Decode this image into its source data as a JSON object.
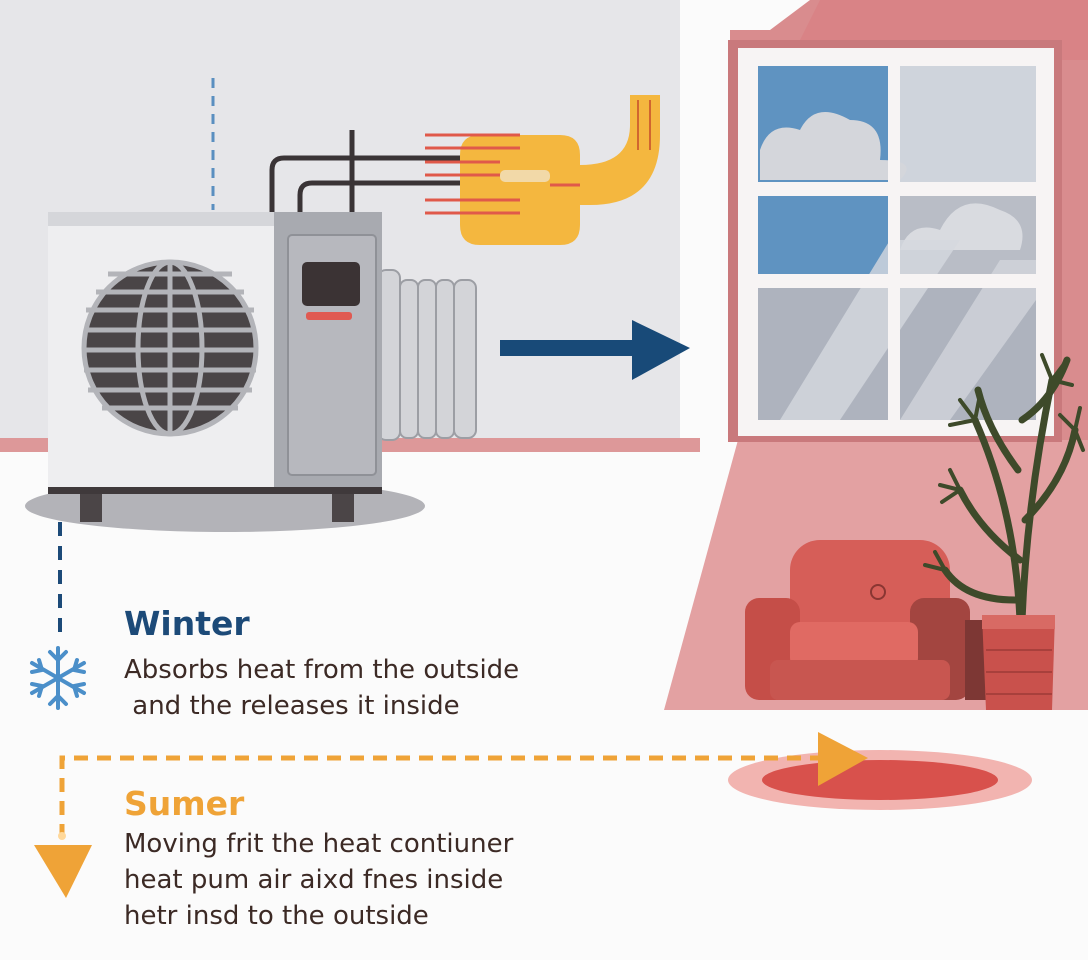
{
  "winter": {
    "title": "Winter",
    "lines": [
      "Absorbs heat from the outside",
      " and the releases it inside"
    ]
  },
  "summer": {
    "title": "Sumer",
    "lines": [
      "Moving frit the heat contiuner",
      "heat pum air aixd fnes inside",
      "hetr insd to the outside"
    ]
  },
  "colors": {
    "winter": "#1c4a78",
    "summer": "#efa337",
    "wall": "#e6e6e9",
    "room": "#dc8f90",
    "unit": "#ededee",
    "heat_coil": "#f4b73f",
    "heat_arrow": "#c94a42",
    "armchair": "#d65e58",
    "body_text": "#3c2a25"
  },
  "icons": [
    "snowflake-icon",
    "arrow-right-icon",
    "arrow-down-icon",
    "heat-pump-unit",
    "window",
    "armchair",
    "potted-plant",
    "rug"
  ]
}
